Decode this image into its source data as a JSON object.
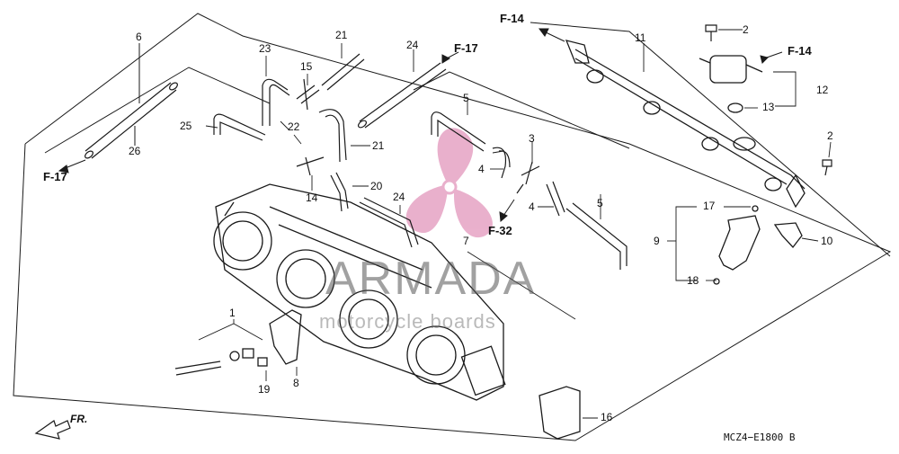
{
  "diagram": {
    "callouts": {
      "c1": "1",
      "c2a": "2",
      "c2b": "2",
      "c3": "3",
      "c4a": "4",
      "c4b": "4",
      "c5a": "5",
      "c5b": "5",
      "c6": "6",
      "c7": "7",
      "c8": "8",
      "c9": "9",
      "c10": "10",
      "c11": "11",
      "c12": "12",
      "c13": "13",
      "c14": "14",
      "c15": "15",
      "c16": "16",
      "c17": "17",
      "c18": "18",
      "c19": "19",
      "c20": "20",
      "c21a": "21",
      "c21b": "21",
      "c22": "22",
      "c23": "23",
      "c24a": "24",
      "c24b": "24",
      "c25": "25",
      "c26": "26"
    },
    "refs": {
      "f14a": "F-14",
      "f14b": "F-14",
      "f17a": "F-17",
      "f17b": "F-17",
      "f32": "F-32"
    },
    "direction": "FR.",
    "diagram_code": "MCZ4−E1800 B",
    "watermark": {
      "brand": "ARMADA",
      "tagline": "motorcycle boards"
    }
  },
  "colors": {
    "line": "#1a1a1a",
    "watermark_pink": "#e6a3c4",
    "watermark_text": "#5a5a5a"
  }
}
